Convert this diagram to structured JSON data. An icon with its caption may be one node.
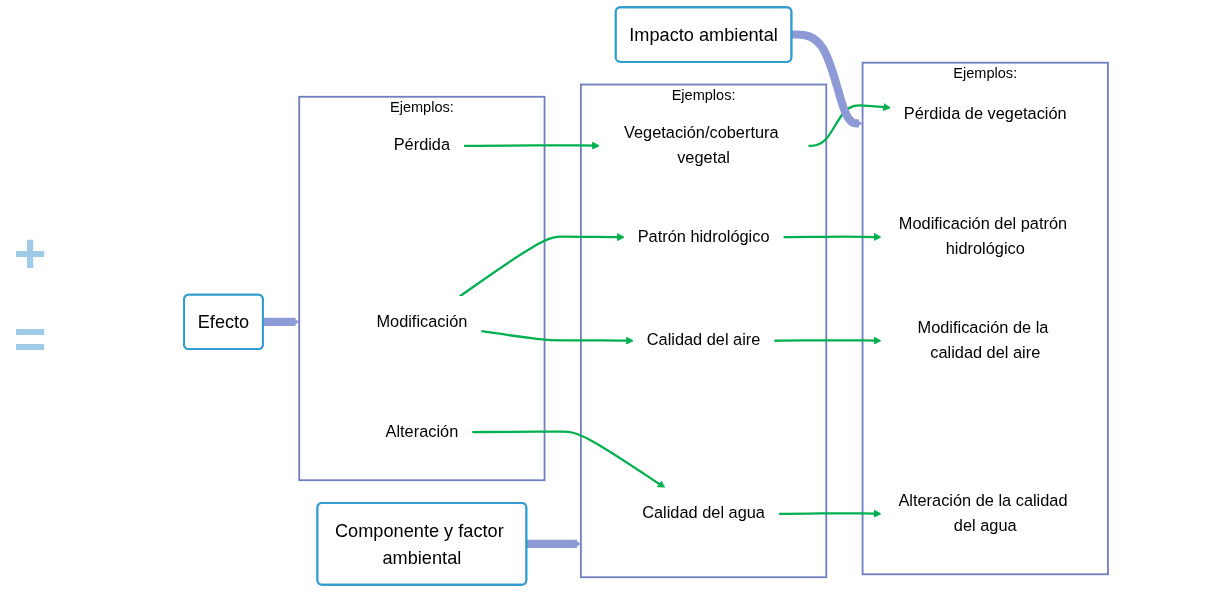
{
  "diagram": {
    "nodes": [
      {
        "text": [
          "Efecto"
        ]
      },
      {
        "text": [
          "Componente y factor ambiental"
        ]
      },
      {
        "text": [
          "Impacto ambiental"
        ]
      },
      {
        "text": [
          "Ejemplos:"
        ]
      },
      {
        "text": [
          "Modificación"
        ],
        "in": 3
      },
      {
        "text": [
          "Alteración"
        ],
        "in": 3
      },
      {
        "text": [
          "Pérdida"
        ],
        "in": 3
      },
      {
        "text": [
          "Ejemplos:"
        ]
      },
      {
        "text": [
          "Calidad del agua"
        ],
        "in": 7
      },
      {
        "text": [
          "Calidad del aire"
        ],
        "in": 7
      },
      {
        "text": [
          "Vegetación/cobertura vegetal"
        ],
        "in": 7
      },
      {
        "text": [
          "Patrón hidrológico"
        ],
        "in": 7
      },
      {
        "text": [
          "Ejemplos:"
        ]
      },
      {
        "text": [
          "Pérdida de vegetación"
        ],
        "in": 12
      },
      {
        "text": [
          "Modificación del patrón hidrológico"
        ],
        "in": 12
      },
      {
        "text": [
          "Modificación de la calidad del aire"
        ],
        "in": 12
      },
      {
        "text": [
          "Alteración de la calidad del agua"
        ],
        "in": 12
      }
    ],
    "edges": [
      {
        "from": 0,
        "to": 3,
        "arrow": "to",
        "style": "thick",
        "color": "#8e9ad6"
      },
      {
        "from": 1,
        "to": 7,
        "arrow": "to",
        "style": "thick",
        "color": "#8e9ad6"
      },
      {
        "from": 2,
        "to": 12,
        "arrow": "to",
        "style": "thick",
        "color": "#8e9ad6"
      },
      {
        "from": 4,
        "to": 9,
        "arrow": "to"
      },
      {
        "from": 4,
        "to": 11,
        "arrow": "to"
      },
      {
        "from": 5,
        "to": 8,
        "arrow": "to"
      },
      {
        "from": 6,
        "to": 10,
        "arrow": "to"
      },
      {
        "from": 8,
        "to": 16,
        "arrow": "to"
      },
      {
        "from": 9,
        "to": 15,
        "arrow": "to"
      },
      {
        "from": 10,
        "to": 13,
        "arrow": "to"
      },
      {
        "from": 11,
        "to": 14,
        "arrow": "to"
      }
    ],
    "labels": [
      "+",
      "="
    ]
  }
}
